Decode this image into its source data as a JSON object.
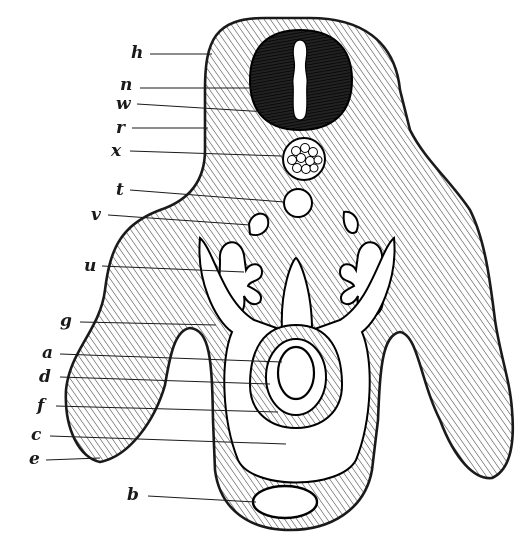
{
  "labels": {
    "h": "h",
    "n": "n",
    "w": "w",
    "r": "r",
    "x": "x",
    "t": "t",
    "v": "v",
    "u": "u",
    "g": "g",
    "a": "a",
    "d": "d",
    "f": "f",
    "c": "c",
    "e": "e",
    "b": "b"
  }
}
